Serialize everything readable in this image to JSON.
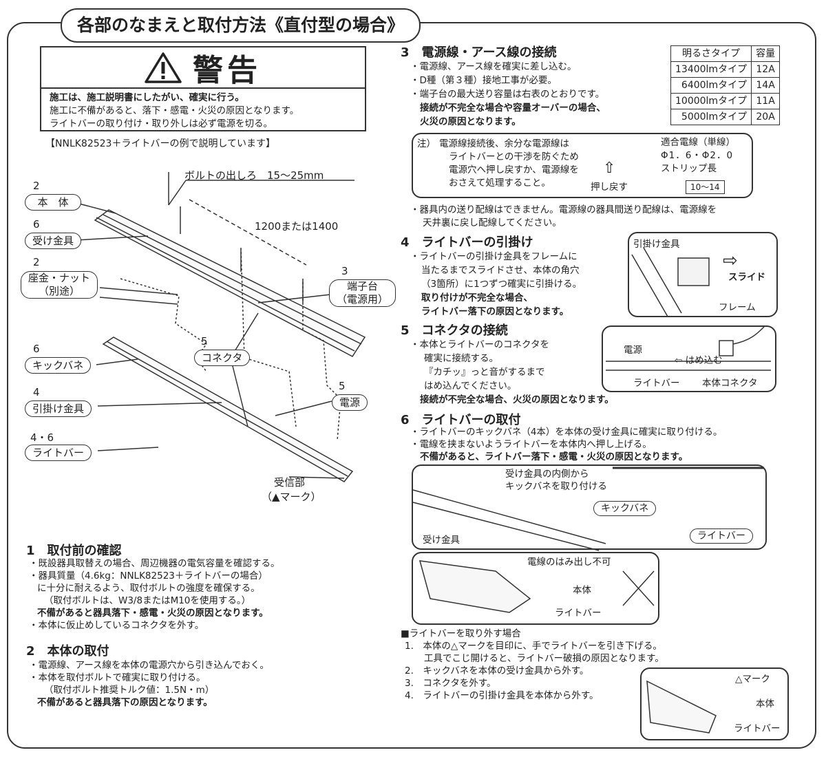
{
  "title": "各部のなまえと取付方法《直付型の場合》",
  "warning": {
    "heading": "警告",
    "line1": "施工は、施工説明書にしたがい、確実に行う。",
    "line2": "施工に不備があると、落下・感電・火災の原因となります。",
    "line3": "ライトバーの取り付け・取り外しは必ず電源を切る。"
  },
  "example_note": "【NNLK82523＋ライトバーの例で説明しています】",
  "diagram": {
    "bolt_note": "ボルトの出しろ　15〜25mm",
    "length": "1200または1400",
    "labels": [
      {
        "num": "2",
        "name": "本　体"
      },
      {
        "num": "6",
        "name": "受け金具"
      },
      {
        "num": "2",
        "name": "座金・ナット",
        "sub": "（別途）"
      },
      {
        "num": "3",
        "name": "端子台",
        "sub": "（電源用）"
      },
      {
        "num": "6",
        "name": "キックバネ"
      },
      {
        "num": "5",
        "name": "コネクタ"
      },
      {
        "num": "5",
        "name": "電源"
      },
      {
        "num": "4",
        "name": "引掛け金具"
      },
      {
        "num": "4・6",
        "name": "ライトバー"
      }
    ],
    "receiver": "受信部",
    "receiver_sub": "（▲マーク）"
  },
  "sec1": {
    "heading": "1　取付前の確認",
    "l1": "・既設器具取替えの場合、周辺機器の電気容量を確認する。",
    "l2": "・器具質量（4.6kg：NNLK82523＋ライトバーの場合）",
    "l3": "に十分に耐えるよう、取付ボルトの強度を確保する。",
    "l4": "（取付ボルトは、W3/8またはM10を使用する。）",
    "l5": "不備があると器具落下・感電・火災の原因となります。",
    "l6": "・本体に仮止めしているコネクタを外す。"
  },
  "sec2": {
    "heading": "2　本体の取付",
    "l1": "・電源線、アース線を本体の電源穴から引き込んでおく。",
    "l2": "・本体を取付ボルトで確実に取り付ける。",
    "l3": "（取付ボルト推奨トルク値：1.5N・m）",
    "l4": "不備があると器具落下の原因となります。"
  },
  "sec3": {
    "heading": "3　電源線・アース線の接続",
    "l1": "・電源線、アース線を確実に差し込む。",
    "l2": "・D種（第３種）接地工事が必要。",
    "l3": "・端子台の最大送り容量は右表のとおりです。",
    "l4": "接続が不完全な場合や容量オーバーの場合、",
    "l5": "火災の原因となります。",
    "note_prefix": "注）",
    "note1": "電源線接続後、余分な電源線は",
    "note2": "ライトバーとの干渉を防ぐため",
    "note3": "電源穴へ押し戻すか、電源線を",
    "note4": "おさえて処理すること。",
    "push_back": "押し戻す",
    "wire_title": "適合電線（単線）",
    "wire_size": "Φ1．6・Φ2．0",
    "strip": "ストリップ長",
    "strip_len": "10〜14",
    "l6": "・器具内の送り配線はできません。電源線の器具間送り配線は、電源線を",
    "l7": "天井裏に戻し配線してください。"
  },
  "capacity_table": {
    "headers": [
      "明るさタイプ",
      "容量"
    ],
    "rows": [
      [
        "13400lmタイプ",
        "12A"
      ],
      [
        "6400lmタイプ",
        "14A"
      ],
      [
        "10000lmタイプ",
        "11A"
      ],
      [
        "5000lmタイプ",
        "20A"
      ]
    ]
  },
  "sec4": {
    "heading": "4　ライトバーの引掛け",
    "l1": "・ライトバーの引掛け金具をフレームに",
    "l2": "当たるまでスライドさせ、本体の角穴",
    "l3": "（3箇所）に1つずつ確実に引掛ける。",
    "l4": "取り付けが不完全な場合、",
    "l5": "ライトバー落下の原因となります。",
    "fig_hook": "引掛け金具",
    "fig_slide": "スライド",
    "fig_frame": "フレーム"
  },
  "sec5": {
    "heading": "5　コネクタの接続",
    "l1": "・本体とライトバーのコネクタを",
    "l2": "確実に接続する。",
    "l3": "『カチッ』っと音がするまで",
    "l4": "はめ込んでください。",
    "l5": "接続が不完全な場合、火災の原因となります。",
    "fig_power": "電源",
    "fig_insert": "はめ込む",
    "fig_lightbar": "ライトバー",
    "fig_connector": "本体コネクタ"
  },
  "sec6": {
    "heading": "6　ライトバーの取付",
    "l1": "・ライトバーのキックバネ（4本）を本体の受け金具に確実に取り付ける。",
    "l2": "・電線を挟まないようライトバーを本体内へ押し上げる。",
    "l3": "不備があると、ライトバー落下・感電・火災の原因となります。",
    "fig_inner": "受け金具の内側から",
    "fig_inner2": "キックバネを取り付ける",
    "fig_kick": "キックバネ",
    "fig_lightbar": "ライトバー",
    "fig_bracket": "受け金具",
    "fig_noprotrude": "電線のはみ出し不可",
    "fig_body": "本体",
    "fig_lightbar2": "ライトバー"
  },
  "removal": {
    "heading": "■ライトバーを取り外す場合",
    "s1": "1.　本体の△マークを目印に、手でライトバーを引き下げる。",
    "s1b": "工具でこじ開けると、ライトバー破損の原因となります。",
    "s2": "2.　キックバネを本体の受け金具から外す。",
    "s3": "3.　コネクタを外す。",
    "s4": "4.　ライトバーの引掛け金具を本体から外す。",
    "fig_mark": "△マーク",
    "fig_body": "本体",
    "fig_lightbar": "ライトバー"
  }
}
